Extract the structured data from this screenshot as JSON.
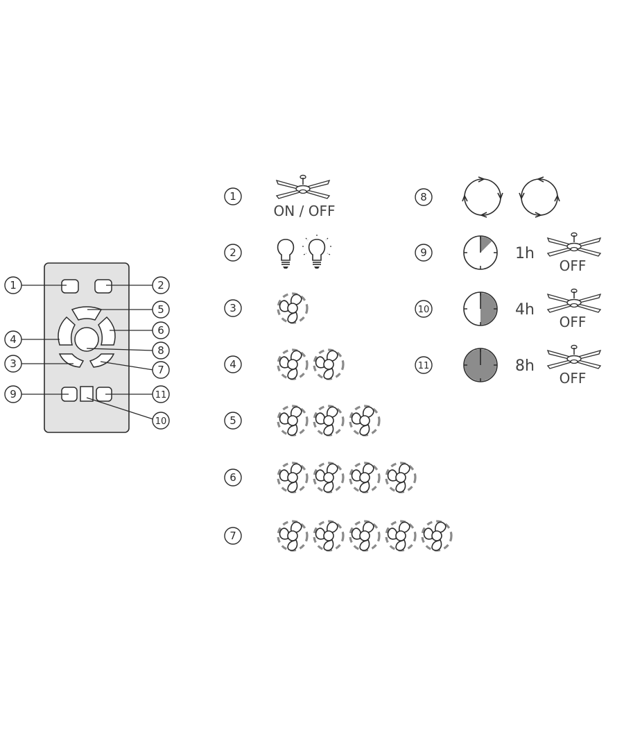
{
  "remote": {
    "callouts": [
      "1",
      "2",
      "3",
      "4",
      "5",
      "6",
      "7",
      "8",
      "9",
      "10",
      "11"
    ]
  },
  "legend": {
    "r1": {
      "num": "1",
      "label": "ON / OFF",
      "icon": "ceiling-fan-icon"
    },
    "r2": {
      "num": "2",
      "icon": "light-bulb-icon"
    },
    "r3": {
      "num": "3",
      "icon": "fan-speed-icon",
      "speed_icons": 1
    },
    "r4": {
      "num": "4",
      "icon": "fan-speed-icon",
      "speed_icons": 2
    },
    "r5": {
      "num": "5",
      "icon": "fan-speed-icon",
      "speed_icons": 3
    },
    "r6": {
      "num": "6",
      "icon": "fan-speed-icon",
      "speed_icons": 4
    },
    "r7": {
      "num": "7",
      "icon": "fan-speed-icon",
      "speed_icons": 5
    },
    "r8": {
      "num": "8",
      "icon": "rotation-direction-icon"
    },
    "r9": {
      "num": "9",
      "time": "1h",
      "off": "OFF",
      "timer_fraction": 0.125
    },
    "r10": {
      "num": "10",
      "time": "4h",
      "off": "OFF",
      "timer_fraction": 0.5
    },
    "r11": {
      "num": "11",
      "time": "8h",
      "off": "OFF",
      "timer_fraction": 1.0
    }
  },
  "colors": {
    "ink": "#2b2b2b",
    "remote_body": "#e3e3e3",
    "icon_grey": "#8a8a8a",
    "timer_fill": "#8c8c8c"
  }
}
